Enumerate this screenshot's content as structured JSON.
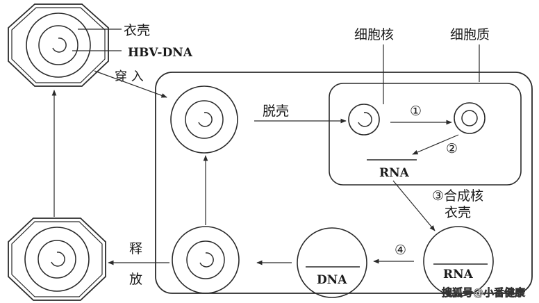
{
  "labels": {
    "capsid_top": "衣壳",
    "hbv_dna": "HBV-DNA",
    "penetrate": "穿 入",
    "uncoat": "脱壳",
    "nucleus": "细胞核",
    "cytoplasm": "细胞质",
    "rna_nucleus": "RNA",
    "step1": "①",
    "step2": "②",
    "step3": "③合成核",
    "step3_line2": "衣壳",
    "step4": "④",
    "rna_circle": "RNA",
    "dna_circle": "DNA",
    "release_1": "释",
    "release_2": "放"
  },
  "watermark": "搜狐号@小番健康",
  "colors": {
    "line": "#2a2a2a",
    "background": "#ffffff"
  }
}
